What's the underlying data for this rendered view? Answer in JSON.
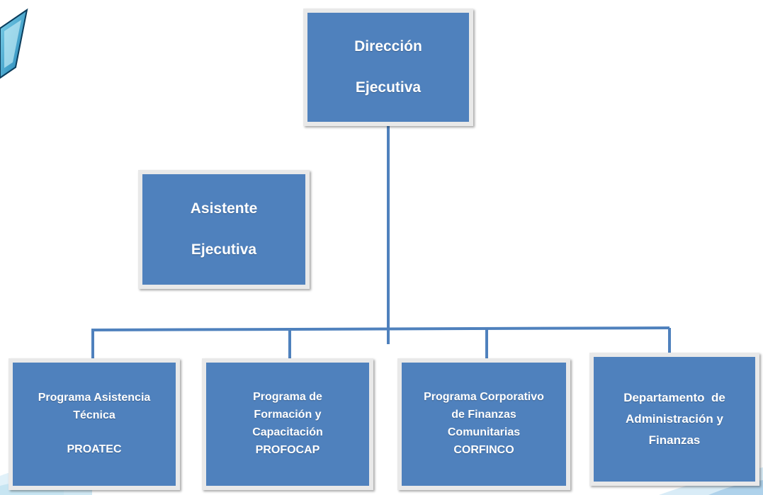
{
  "nodes": {
    "direccion": {
      "line1": "Dirección",
      "line2": "Ejecutiva"
    },
    "asistente": {
      "line1": "Asistente",
      "line2": "Ejecutiva"
    },
    "proatec": {
      "line1": "Programa Asistencia",
      "line2": "Técnica",
      "line3": "PROATEC"
    },
    "profocap": {
      "line1": "Programa de",
      "line2": "Formación y",
      "line3": "Capacitación",
      "line4": "PROFOCAP"
    },
    "corfinco": {
      "line1": "Programa Corporativo",
      "line2": "de Finanzas",
      "line3": "Comunitarias",
      "line4": "CORFINCO"
    },
    "daf": {
      "line1": "Departamento  de",
      "line2": "Administración y",
      "line3": "Finanzas"
    }
  },
  "colors": {
    "box_fill": "#4f81bd",
    "box_border": "#e9e9e9",
    "connector": "#4f81bd",
    "text": "#ffffff"
  }
}
